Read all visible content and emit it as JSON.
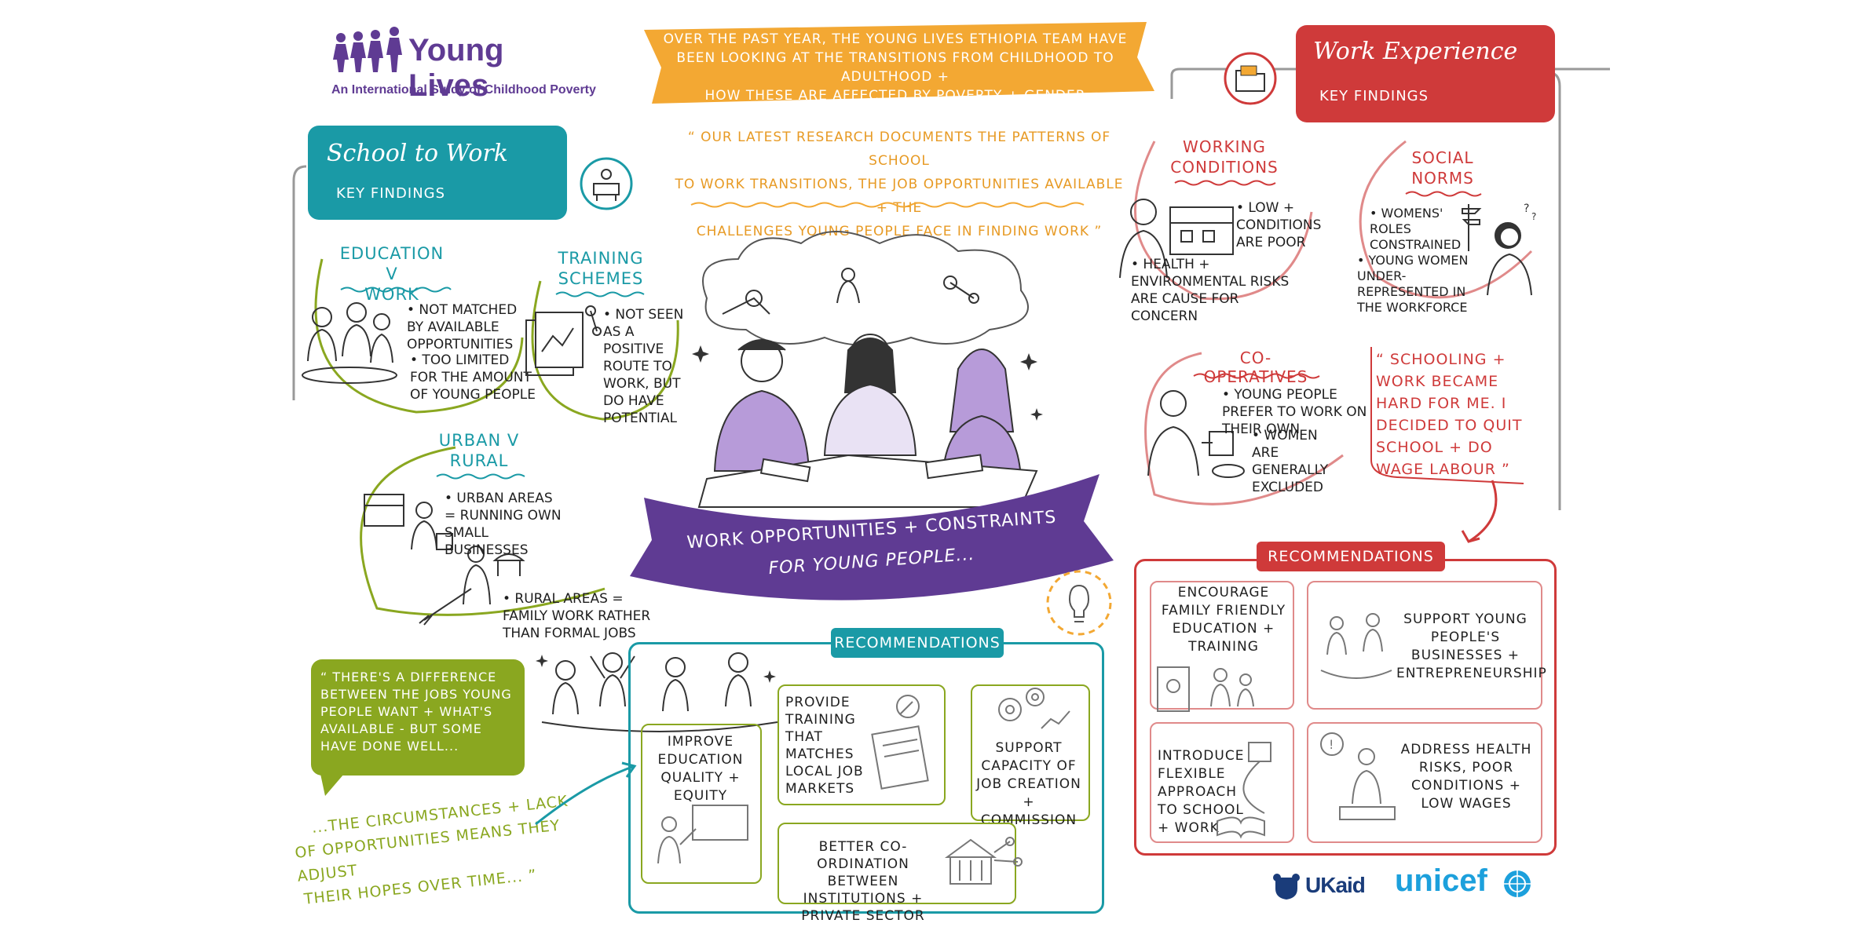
{
  "colors": {
    "purple": "#5f3b93",
    "teal": "#1a9aa6",
    "red": "#cf3a3a",
    "orange": "#f3a833",
    "green": "#8aa720",
    "lavender": "#b79bd9"
  },
  "logo": {
    "title": "Young Lives",
    "subtitle": "An International Study of Childhood Poverty"
  },
  "intro_banner": {
    "line1": "OVER the PAST YEAR, the YOUNG LIVES ETHIOPIA TEAM HAVE",
    "line2": "BEEN LOOKING at the TRANSITIONS from CHILDHOOD to ADULTHOOD +",
    "line3": "HOW THESE are AFFECTED by POVERTY + GENDER"
  },
  "quote_top": {
    "line1": "“ OUR LATEST RESEARCH DOCUMENTS the PATTERNS of SCHOOL",
    "line2": "to WORK TRANSITIONS, the JOB OPPORTUNITIES AVAILABLE + the",
    "line3": "CHALLENGES YOUNG PEOPLE FACE in FINDING WORK ”"
  },
  "school_to_work": {
    "title": "School to Work",
    "subtitle": "KEY FINDINGS",
    "education": {
      "heading1": "EDUCATION v",
      "heading2": "WORK",
      "b1": "• NOT MATCHED by AVAILABLE OPPORTUNITIES",
      "b2": "• TOO LIMITED for the AMOUNT of YOUNG PEOPLE"
    },
    "training": {
      "heading1": "TRAINING",
      "heading2": "SCHEMES",
      "b1": "• NOT SEEN as a POSITIVE ROUTE to WORK, BUT DO HAVE POTENTIAL"
    },
    "urban": {
      "heading1": "URBAN v",
      "heading2": "RURAL",
      "b1": "• URBAN AREAS = RUNNING OWN SMALL BUSINESSES",
      "b2": "• RURAL AREAS = FAMILY WORK RATHER than FORMAL JOBS"
    }
  },
  "center_banner": {
    "line1": "WORK OPPORTUNITIES + CONSTRAINTS",
    "line2": "for YOUNG PEOPLE..."
  },
  "work_experience": {
    "title": "Work Experience",
    "subtitle": "KEY FINDINGS",
    "working": {
      "heading1": "WORKING",
      "heading2": "CONDITIONS",
      "b1": "• LOW + CONDITIONS are POOR",
      "b2": "• HEALTH + ENVIRONMENTAL RISKS are CAUSE for CONCERN"
    },
    "social": {
      "heading1": "SOCIAL",
      "heading2": "NORMS",
      "b1": "• WOMENS' ROLES CONSTRAINED",
      "b2": "• YOUNG WOMEN UNDER-REPRESENTED in the WORKFORCE"
    },
    "coop": {
      "heading": "CO-OPERATIVES",
      "b1": "• YOUNG PEOPLE PREFER to WORK on THEIR OWN",
      "b2": "• WOMEN are GENERALLY EXCLUDED"
    },
    "quote": "“ SCHOOLING + WORK BECAME HARD for ME. I DECIDED to QUIT SCHOOL + DO WAGE LABOUR ”"
  },
  "green_quote": {
    "speech": "“ THERE'S a DIFFERENCE BETWEEN the JOBS YOUNG PEOPLE WANT + WHAT'S AVAILABLE - BUT SOME HAVE DONE WELL...",
    "line1": "...the CIRCUMSTANCES + LACK",
    "line2": "of OPPORTUNITIES MEANS THEY ADJUST",
    "line3": "THEIR HOPES OVER TIME... ”"
  },
  "recs_center": {
    "title": "RECOMMENDATIONS",
    "r1": "IMPROVE EDUCATION QUALITY + EQUITY",
    "r2": "PROVIDE TRAINING that MATCHES LOCAL JOB MARKETS",
    "r3": "SUPPORT CAPACITY of JOB CREATION + COMMISSION",
    "r4": "BETTER CO-ORDINATION BETWEEN INSTITUTIONS + PRIVATE SECTOR"
  },
  "recs_right": {
    "title": "RECOMMENDATIONS",
    "r1": "ENCOURAGE FAMILY FRIENDLY EDUCATION + TRAINING",
    "r2": "SUPPORT YOUNG PEOPLE'S BUSINESSES + ENTREPRENEURSHIP",
    "r3": "INTRODUCE FLEXIBLE APPROACH to SCHOOL + WORK",
    "r4": "ADDRESS HEALTH RISKS, POOR CONDITIONS + LOW WAGES"
  },
  "sponsors": {
    "ukaid": "UKaid",
    "unicef": "unicef"
  }
}
